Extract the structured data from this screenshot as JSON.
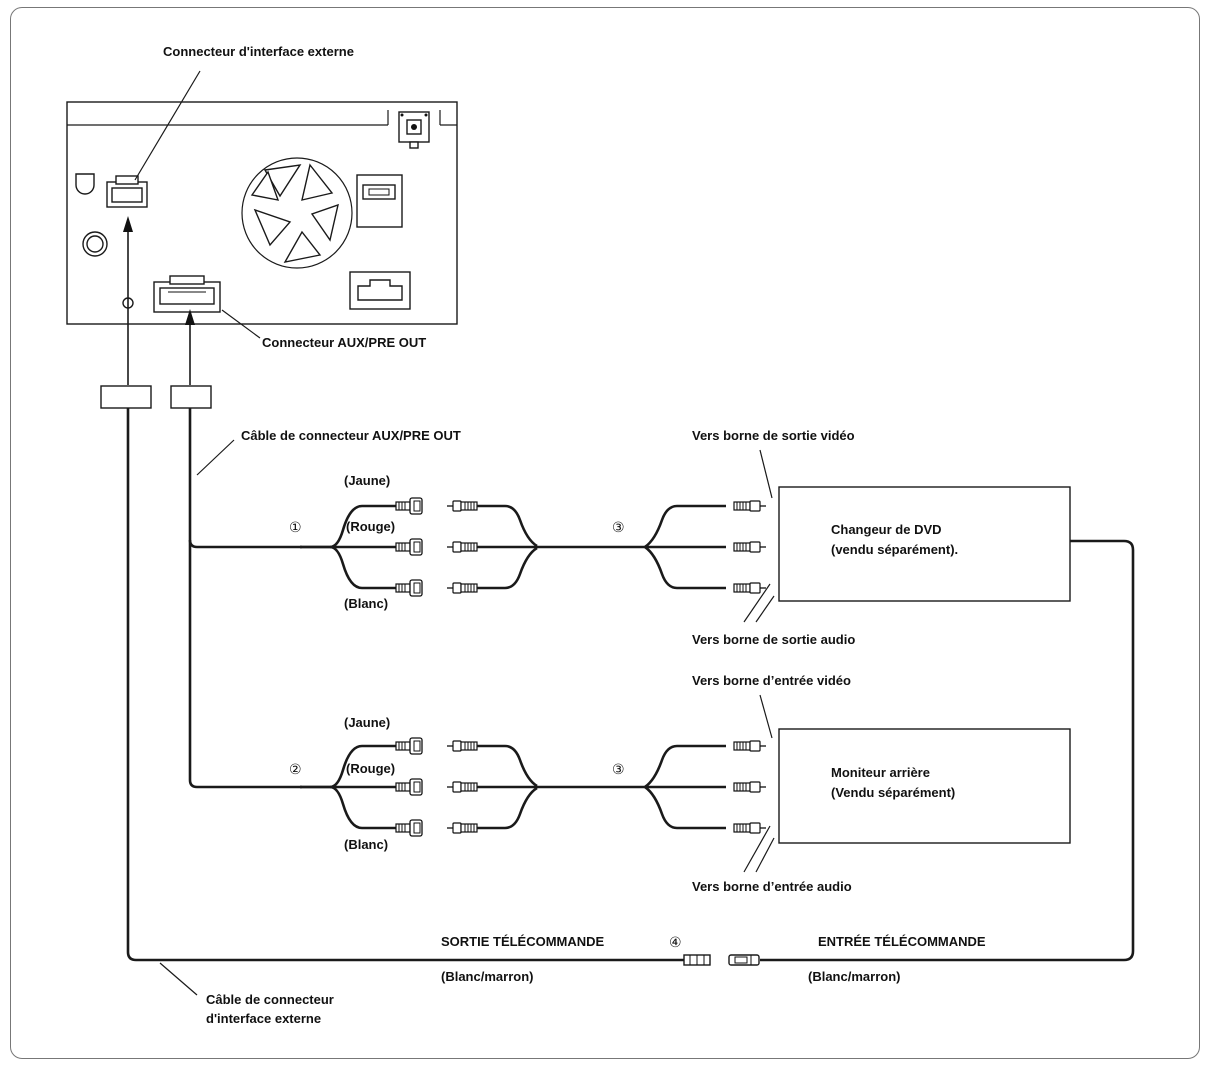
{
  "labels": {
    "ext_connector": "Connecteur d'interface externe",
    "aux_connector": "Connecteur AUX/PRE OUT",
    "aux_cable": "Câble de connecteur AUX/PRE OUT",
    "ext_cable_line1": "Câble de connecteur",
    "ext_cable_line2": "d'interface externe",
    "to_video_out": "Vers borne de sortie vidéo",
    "to_audio_out": "Vers borne de sortie audio",
    "to_video_in": "Vers borne d’entrée vidéo",
    "to_audio_in": "Vers borne d’entrée audio",
    "dvd_line1": "Changeur de DVD",
    "dvd_line2": "(vendu séparément).",
    "monitor_line1": "Moniteur arrière",
    "monitor_line2": "(Vendu séparément)",
    "jaune": "(Jaune)",
    "rouge": "(Rouge)",
    "blanc": "(Blanc)",
    "remote_out": "SORTIE TÉLÉCOMMANDE",
    "remote_in": "ENTRÉE TÉLÉCOMMANDE",
    "blanc_marron": "(Blanc/marron)"
  },
  "markers": {
    "m1": "①",
    "m2": "②",
    "m3": "③",
    "m4": "④"
  }
}
